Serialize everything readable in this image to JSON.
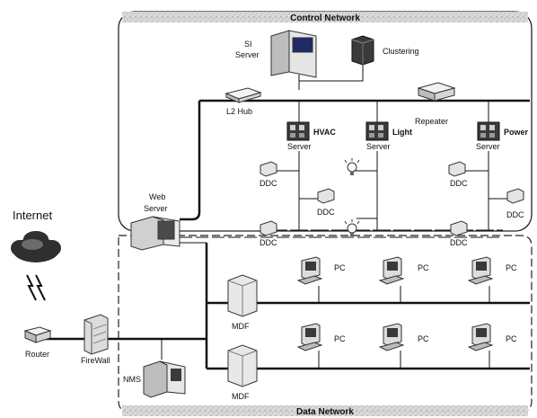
{
  "regions": {
    "control": "Control Network",
    "data": "Data Network",
    "internet": "Internet"
  },
  "labels": {
    "si_server_1": "SI",
    "si_server_2": "Server",
    "clustering": "Clustering",
    "l2hub": "L2 Hub",
    "repeater": "Repeater",
    "hvac": "HVAC",
    "light": "Light",
    "power": "Power",
    "server": "Server",
    "ddc": "DDC",
    "web_server_1": "Web",
    "web_server_2": "Server",
    "router": "Router",
    "firewall": "FireWall",
    "nms": "NMS",
    "mdf": "MDF",
    "pc": "PC"
  }
}
